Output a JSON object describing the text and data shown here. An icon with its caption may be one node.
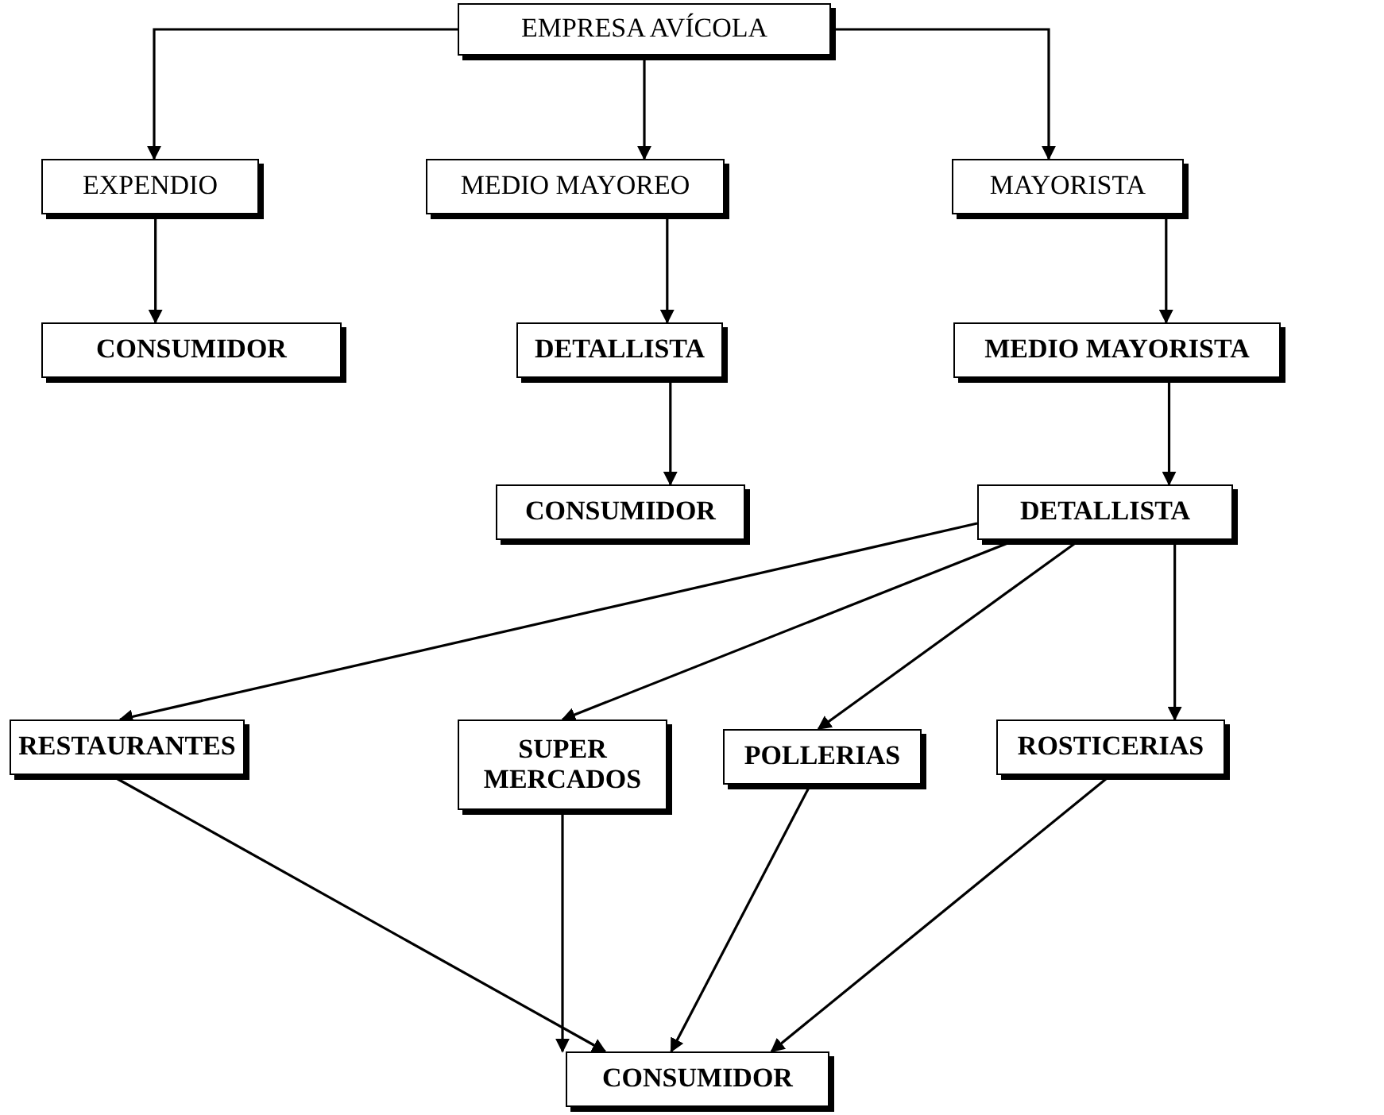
{
  "diagram": {
    "nodes": [
      {
        "text": [
          "EMPRESA AVÍCOLA"
        ]
      },
      {
        "text": [
          "EXPENDIO"
        ]
      },
      {
        "text": [
          "MEDIO MAYOREO"
        ]
      },
      {
        "text": [
          "MAYORISTA"
        ]
      },
      {
        "text": [
          "CONSUMIDOR"
        ]
      },
      {
        "text": [
          "DETALLISTA"
        ]
      },
      {
        "text": [
          "MEDIO MAYORISTA"
        ]
      },
      {
        "text": [
          "CONSUMIDOR"
        ]
      },
      {
        "text": [
          "DETALLISTA"
        ]
      },
      {
        "text": [
          "RESTAURANTES"
        ]
      },
      {
        "text": [
          "SUPER MERCADOS"
        ]
      },
      {
        "text": [
          "POLLERIAS"
        ]
      },
      {
        "text": [
          "ROSTICERIAS"
        ]
      },
      {
        "text": [
          "CONSUMIDOR"
        ]
      }
    ],
    "edges": [
      {
        "from": 0,
        "to": 1,
        "arrow": "to"
      },
      {
        "from": 0,
        "to": 2,
        "arrow": "to"
      },
      {
        "from": 0,
        "to": 3,
        "arrow": "to"
      },
      {
        "from": 1,
        "to": 4,
        "arrow": "to"
      },
      {
        "from": 2,
        "to": 5,
        "arrow": "to"
      },
      {
        "from": 5,
        "to": 7,
        "arrow": "to"
      },
      {
        "from": 3,
        "to": 6,
        "arrow": "to"
      },
      {
        "from": 6,
        "to": 8,
        "arrow": "to"
      },
      {
        "from": 8,
        "to": 9,
        "arrow": "to"
      },
      {
        "from": 8,
        "to": 10,
        "arrow": "to"
      },
      {
        "from": 8,
        "to": 11,
        "arrow": "to"
      },
      {
        "from": 8,
        "to": 12,
        "arrow": "to"
      },
      {
        "from": 9,
        "to": 13,
        "arrow": "to"
      },
      {
        "from": 10,
        "to": 13,
        "arrow": "to"
      },
      {
        "from": 11,
        "to": 13,
        "arrow": "to"
      },
      {
        "from": 12,
        "to": 13,
        "arrow": "to"
      }
    ]
  }
}
